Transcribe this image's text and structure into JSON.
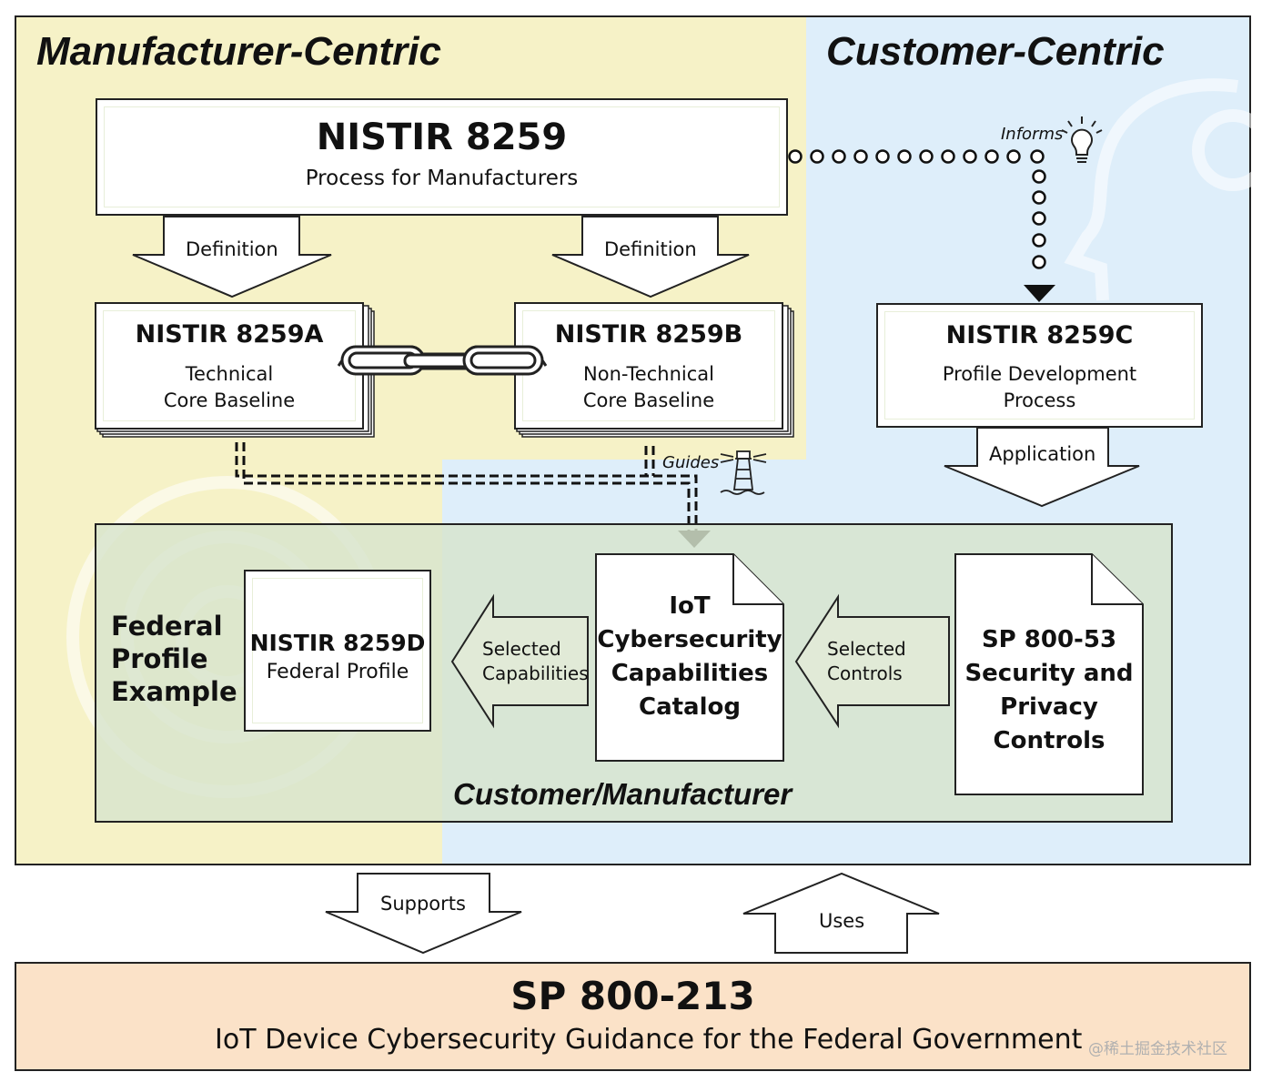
{
  "regions": {
    "manufacturer_centric": "Manufacturer-Centric",
    "customer_centric": "Customer-Centric",
    "customer_manufacturer": "Customer/Manufacturer"
  },
  "colors": {
    "manufacturer_bg": "#f6f2c7",
    "customer_bg": "#deeefa",
    "shared_bg": "#e1ead7",
    "foundation_bg": "#fbe2c8",
    "border": "#222222"
  },
  "nistir_8259": {
    "title": "NISTIR 8259",
    "subtitle": "Process for Manufacturers"
  },
  "nistir_8259a": {
    "title": "NISTIR 8259A",
    "line1": "Technical",
    "line2": "Core Baseline"
  },
  "nistir_8259b": {
    "title": "NISTIR 8259B",
    "line1": "Non-Technical",
    "line2": "Core Baseline"
  },
  "nistir_8259c": {
    "title": "NISTIR 8259C",
    "line1": "Profile Development",
    "line2": "Process"
  },
  "nistir_8259d": {
    "title": "NISTIR 8259D",
    "subtitle": "Federal Profile"
  },
  "federal_profile_example": [
    "Federal",
    "Profile",
    "Example"
  ],
  "iot_catalog": [
    "IoT",
    "Cybersecurity",
    "Capabilities",
    "Catalog"
  ],
  "sp_800_53": [
    "SP 800-53",
    "Security and",
    "Privacy",
    "Controls"
  ],
  "arrows": {
    "definition_left": "Definition",
    "definition_right": "Definition",
    "application": "Application",
    "selected_capabilities": [
      "Selected",
      "Capabilities"
    ],
    "selected_controls": [
      "Selected",
      "Controls"
    ],
    "supports": "Supports",
    "uses": "Uses",
    "informs": "Informs",
    "guides": "Guides"
  },
  "icons": [
    "lightbulb-icon",
    "lighthouse-icon",
    "chain-link-icon"
  ],
  "sp_800_213": {
    "title": "SP 800-213",
    "subtitle": "IoT Device Cybersecurity Guidance for the Federal Government"
  },
  "watermark": "@稀土掘金技术社区"
}
